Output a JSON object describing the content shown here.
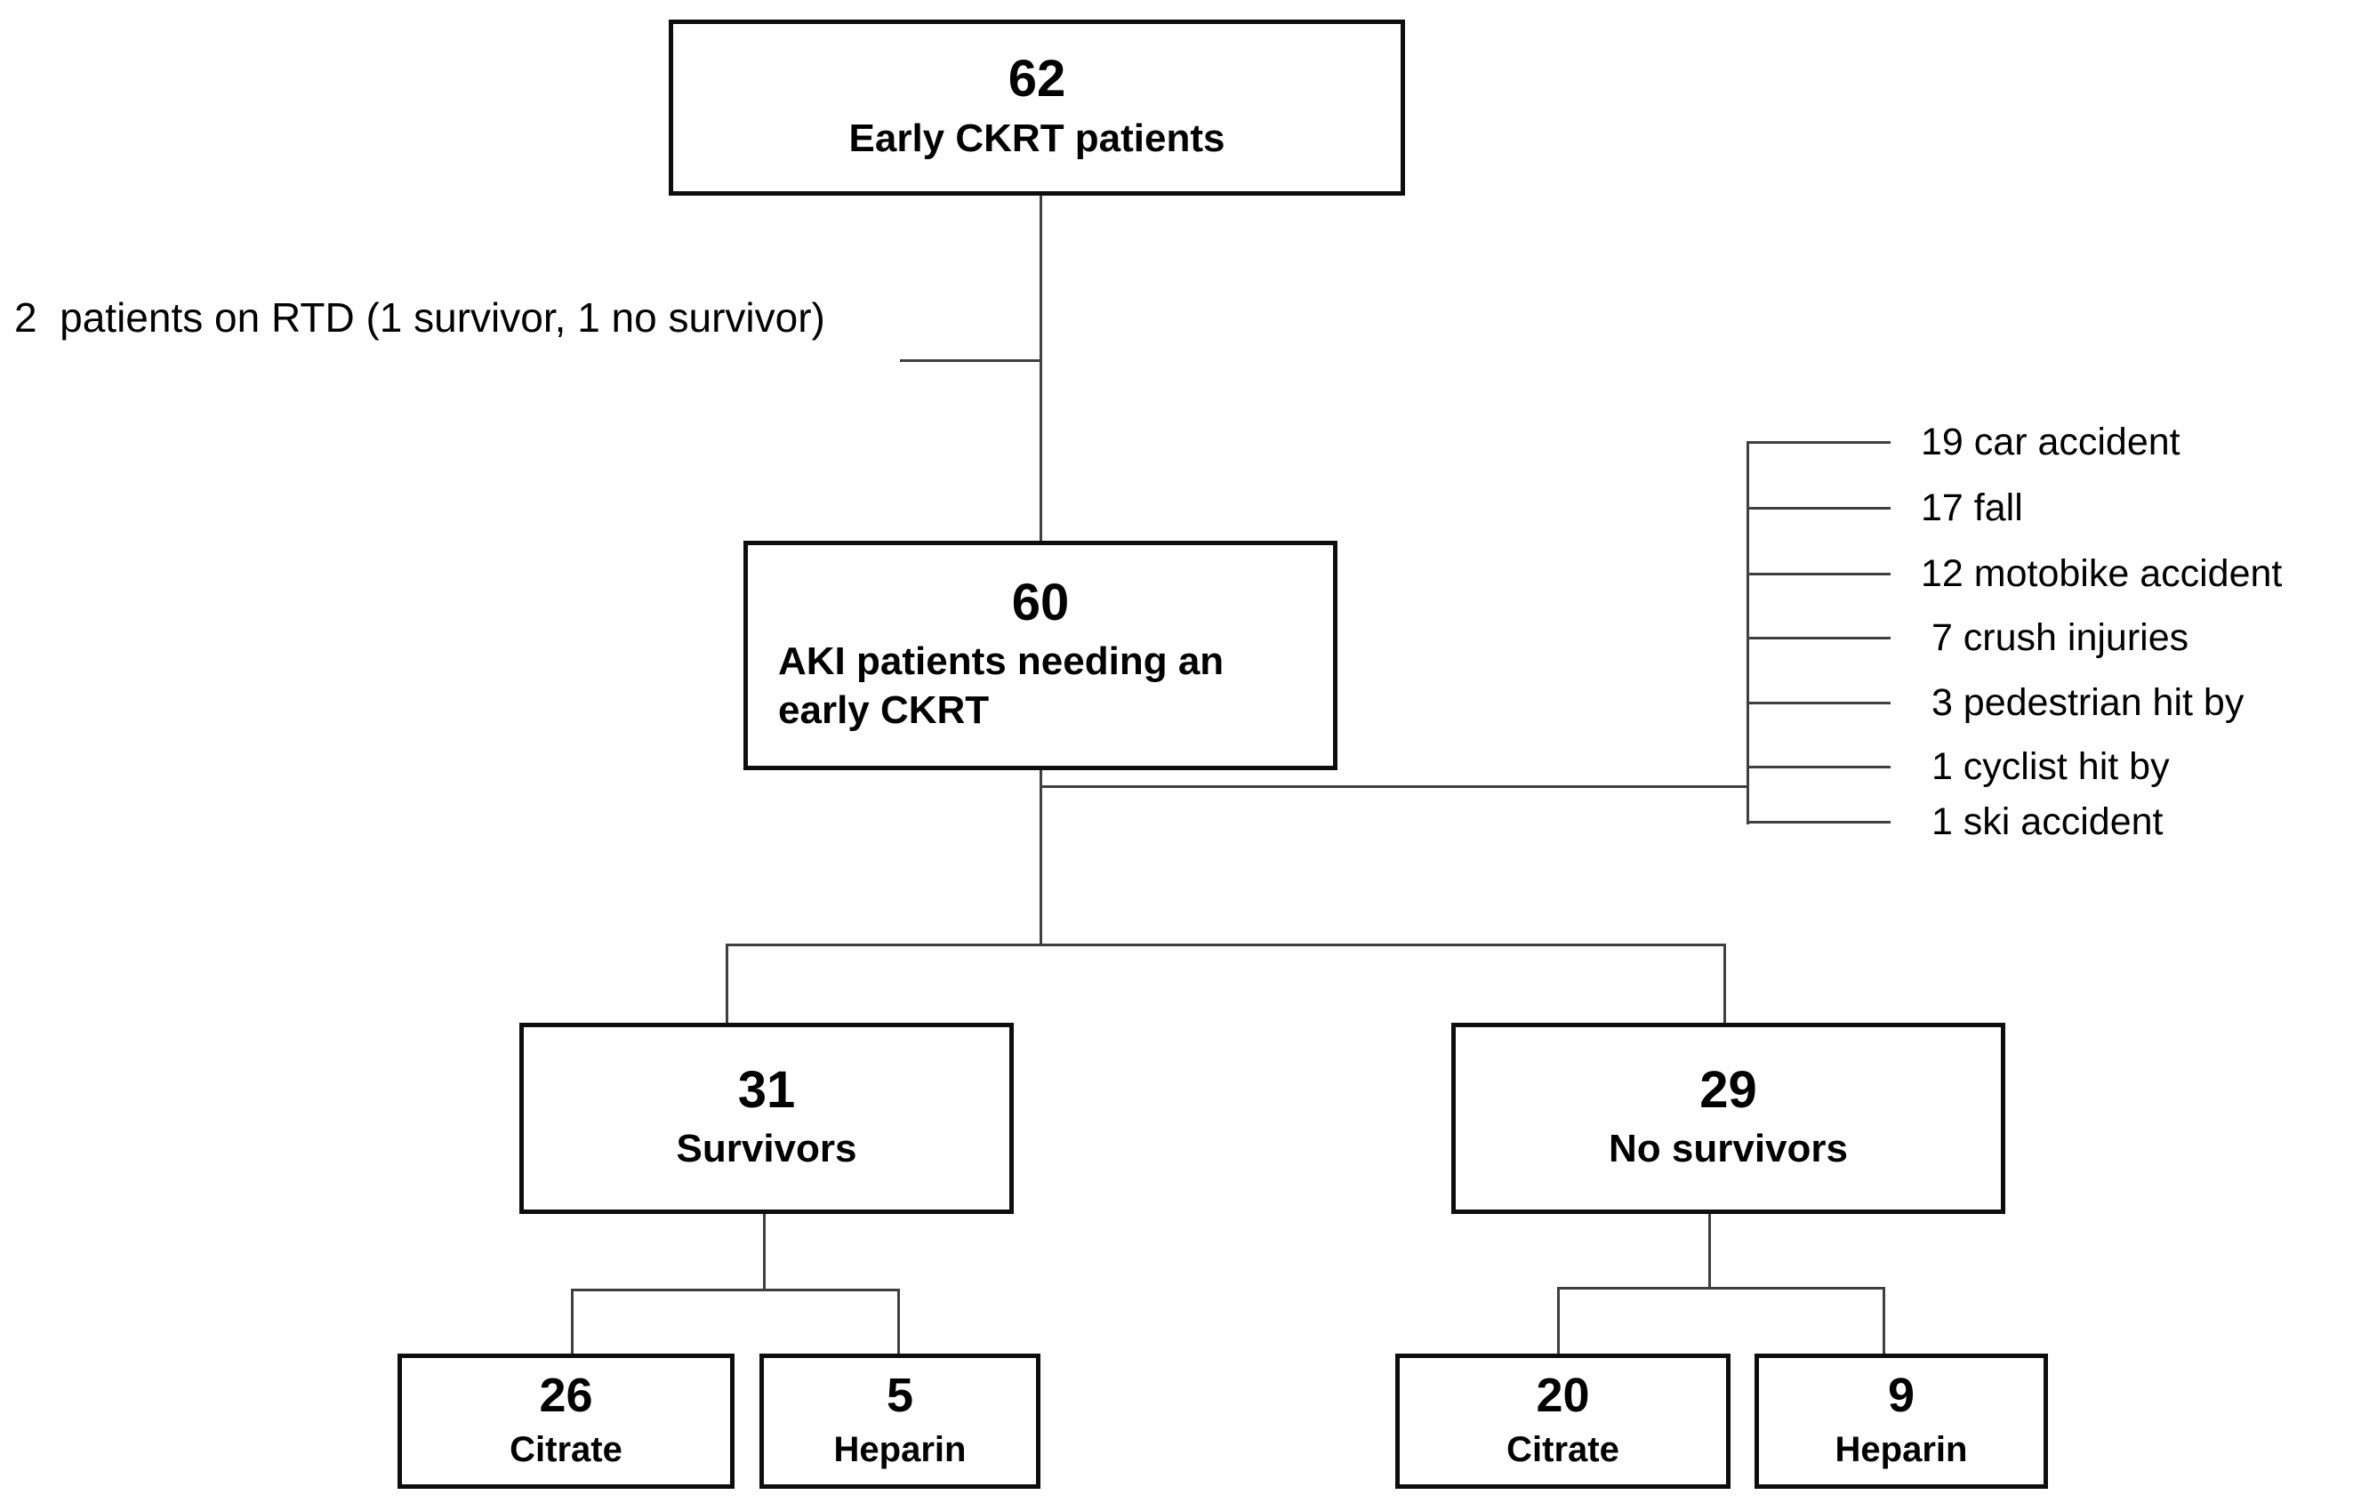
{
  "diagram": {
    "top_box": {
      "count": "62",
      "label": "Early CKRT patients"
    },
    "excluded_note": "2  patients on RTD (1 survivor, 1 no survivor)",
    "aki_box": {
      "count": "60",
      "label": "AKI patients needing an early CKRT"
    },
    "causes": [
      {
        "text": "19 car accident"
      },
      {
        "text": "17 fall"
      },
      {
        "text": "12 motobike accident"
      },
      {
        "text": " 7 crush injuries"
      },
      {
        "text": " 3 pedestrian hit by"
      },
      {
        "text": " 1 cyclist hit by"
      },
      {
        "text": " 1 ski accident"
      }
    ],
    "survivors_box": {
      "count": "31",
      "label": "Survivors"
    },
    "no_survivors_box": {
      "count": "29",
      "label": "No survivors"
    },
    "survivors_citrate": {
      "count": "26",
      "label": "Citrate"
    },
    "survivors_heparin": {
      "count": "5",
      "label": "Heparin"
    },
    "no_survivors_citrate": {
      "count": "20",
      "label": "Citrate"
    },
    "no_survivors_heparin": {
      "count": "9",
      "label": "Heparin"
    }
  },
  "colors": {
    "bg": "#ffffff",
    "border": "#0d0d0d",
    "line": "#3f3f3f",
    "text": "#000000"
  }
}
